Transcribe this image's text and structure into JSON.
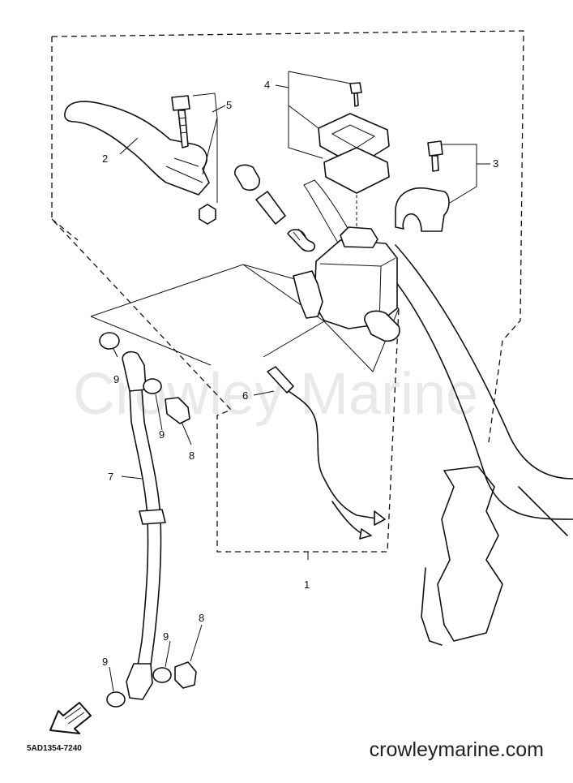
{
  "watermark": "Crowley Marine",
  "site_label": "crowleymarine.com",
  "part_code": "5AD1354-7240",
  "callouts": {
    "c1": "1",
    "c2": "2",
    "c3": "3",
    "c4": "4",
    "c5": "5",
    "c6": "6",
    "c7": "7",
    "c8a": "8",
    "c8b": "8",
    "c9a": "9",
    "c9b": "9",
    "c9c": "9",
    "c9d": "9"
  }
}
